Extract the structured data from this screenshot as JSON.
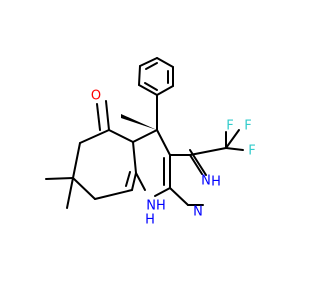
{
  "atoms": {
    "oxygen": {
      "text": "O",
      "color": "#ff0000"
    },
    "fluorine_1": {
      "text": "F",
      "color": "#33cccc"
    },
    "fluorine_2": {
      "text": "F",
      "color": "#33cccc"
    },
    "fluorine_3": {
      "text": "F",
      "color": "#33cccc"
    },
    "ring_nh": {
      "text": "NH",
      "color": "#0000ff"
    },
    "pyrazole_nh": {
      "text": "H",
      "color": "#0000ff"
    },
    "pyrazole_n1": {
      "text": "N",
      "color": "#0000ff"
    },
    "pyrazole_n2": {
      "text": "N",
      "color": "#0000ff"
    },
    "nh_h": {
      "text": "H",
      "color": "#0000ff"
    }
  }
}
